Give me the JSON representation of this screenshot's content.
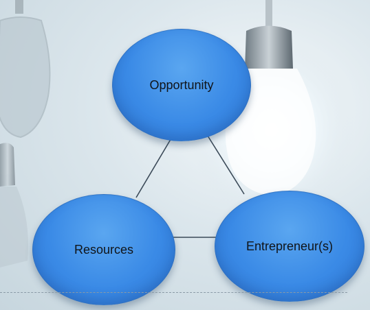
{
  "diagram": {
    "nodes": [
      {
        "id": "opportunity",
        "label": "Opportunity"
      },
      {
        "id": "resources",
        "label": "Resources"
      },
      {
        "id": "entrepreneurs",
        "label": "Entrepreneur(s)"
      }
    ],
    "edges": [
      {
        "from": "opportunity",
        "to": "resources"
      },
      {
        "from": "opportunity",
        "to": "entrepreneurs"
      },
      {
        "from": "resources",
        "to": "entrepreneurs"
      }
    ]
  },
  "colors": {
    "node_fill": "#3a8ae6",
    "connector": "#3b4a58",
    "background": "#dbe6ec"
  }
}
